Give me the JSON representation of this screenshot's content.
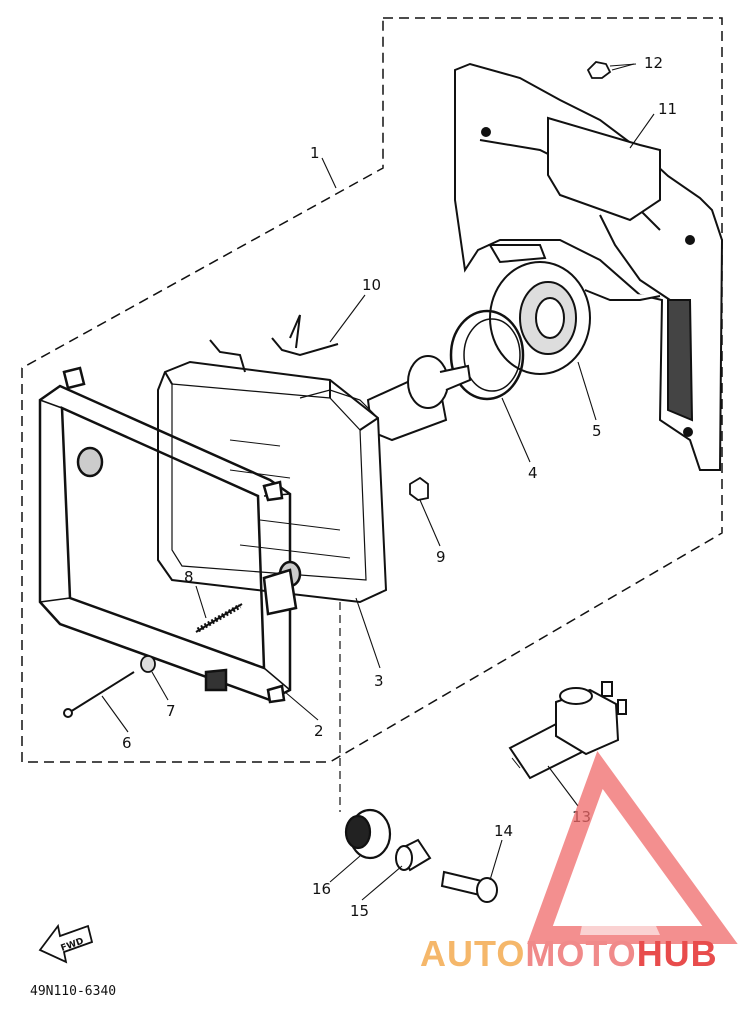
{
  "diagram": {
    "part_labels": [
      "1",
      "2",
      "3",
      "4",
      "5",
      "6",
      "7",
      "8",
      "9",
      "10",
      "11",
      "12",
      "13",
      "14",
      "15",
      "16"
    ],
    "fwd_text": "FWD",
    "drawing_code": "49N110-6340"
  },
  "watermark": {
    "part1": "AUTO",
    "part2": "MOTO",
    "part3": "HUB",
    "colors": {
      "auto": "#f5b76a",
      "moto": "#f08a8a",
      "hub": "#e84c4c",
      "logo": "#f06a6a"
    }
  }
}
